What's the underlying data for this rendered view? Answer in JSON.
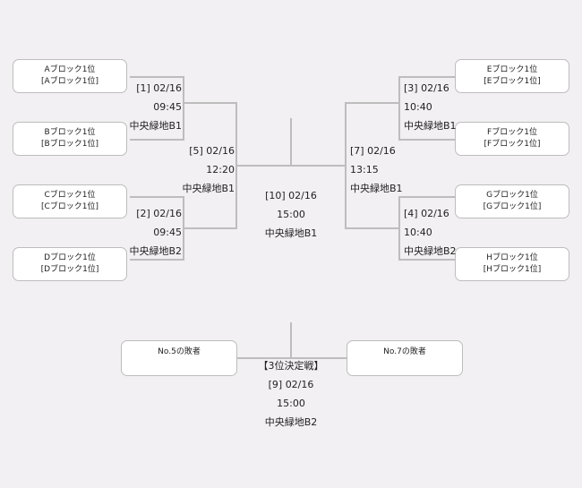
{
  "teams": {
    "a": {
      "line1": "Aブロック1位",
      "line2": "[Aブロック1位]"
    },
    "b": {
      "line1": "Bブロック1位",
      "line2": "[Bブロック1位]"
    },
    "c": {
      "line1": "Cブロック1位",
      "line2": "[Cブロック1位]"
    },
    "d": {
      "line1": "Dブロック1位",
      "line2": "[Dブロック1位]"
    },
    "e": {
      "line1": "Eブロック1位",
      "line2": "[Eブロック1位]"
    },
    "f": {
      "line1": "Fブロック1位",
      "line2": "[Fブロック1位]"
    },
    "g": {
      "line1": "Gブロック1位",
      "line2": "[Gブロック1位]"
    },
    "h": {
      "line1": "Hブロック1位",
      "line2": "[Hブロック1位]"
    },
    "loser5": {
      "line1": "No.5の敗者"
    },
    "loser7": {
      "line1": "No.7の敗者"
    }
  },
  "matches": {
    "m1": {
      "num_date": "[1] 02/16",
      "time": "09:45",
      "venue": "中央緑地B1"
    },
    "m2": {
      "num_date": "[2] 02/16",
      "time": "09:45",
      "venue": "中央緑地B2"
    },
    "m3": {
      "num_date": "[3] 02/16",
      "time": "10:40",
      "venue": "中央緑地B1"
    },
    "m4": {
      "num_date": "[4] 02/16",
      "time": "10:40",
      "venue": "中央緑地B2"
    },
    "m5": {
      "num_date": "[5] 02/16",
      "time": "12:20",
      "venue": "中央緑地B1"
    },
    "m7": {
      "num_date": "[7] 02/16",
      "time": "13:15",
      "venue": "中央緑地B1"
    },
    "m10": {
      "num_date": "[10] 02/16",
      "time": "15:00",
      "venue": "中央緑地B1"
    },
    "m9": {
      "title": "【3位決定戦】",
      "num_date": "[9] 02/16",
      "time": "15:00",
      "venue": "中央緑地B2"
    }
  }
}
